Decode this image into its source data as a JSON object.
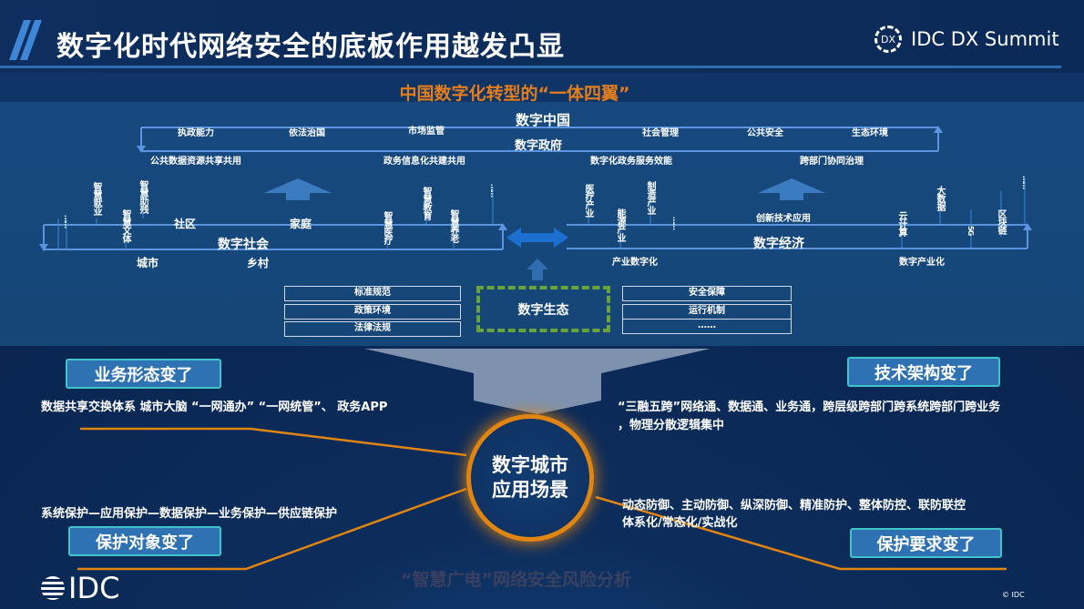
{
  "header": {
    "title": "数字化时代网络安全的底板作用越发凸显",
    "brand": "IDC DX Summit",
    "brand_icon": "dx-logo-icon",
    "brand_icon_text": "DX"
  },
  "subtitle": "中国数字化转型的“一体四翼”",
  "digital_china": "数字中国",
  "government": {
    "label": "数字政府",
    "top": [
      "执政能力",
      "依法治国",
      "市场监管",
      "社会管理",
      "公共安全",
      "生态环境"
    ],
    "bottom": [
      "公共数据资源共享共用",
      "政务信息化共建共用",
      "数字化政务服务效能",
      "跨部门协同治理"
    ]
  },
  "society": {
    "label": "数字社会",
    "top": [
      "社区",
      "家庭"
    ],
    "bottom": [
      "城市",
      "乡村"
    ],
    "verticals": [
      "智慧就业",
      "智慧文体",
      "智慧助残",
      "智慧医疗",
      "智慧教育",
      "智慧养老"
    ],
    "more": "……"
  },
  "economy": {
    "label": "数字经济",
    "top": "创新技术应用",
    "bottom": [
      "产业数字化",
      "数字产业化"
    ],
    "verticals": [
      "医疗产业",
      "能源产业",
      "制造产业",
      "云计算",
      "大数据",
      "5G",
      "区块链"
    ],
    "more": "……"
  },
  "ecosystem": {
    "label": "数字生态",
    "left": [
      "标准规范",
      "政策环境",
      "法律法规"
    ],
    "right": [
      "安全保障",
      "运行机制",
      "……"
    ]
  },
  "center": {
    "line1": "数字城市",
    "line2": "应用场景"
  },
  "business": {
    "tag": "业务形态变了",
    "text": "数据共享交换体系  城市大脑  “一网通办”  “一网统管”、 政务APP"
  },
  "tech": {
    "tag": "技术架构变了",
    "line1": "“三融五跨”网络通、数据通、业务通，跨层级跨部门跨系统跨部门跨业务",
    "line2": "，物理分散逻辑集中"
  },
  "object": {
    "tag": "保护对象变了",
    "text": "系统保护—应用保护—数据保护—业务保护—供应链保护"
  },
  "requirement": {
    "tag": "保护要求变了",
    "line1": "动态防御、主动防御、纵深防御、精准防护、整体防控、联防联控",
    "line2": "体系化/常态化/实战化"
  },
  "ghost_title": "“智慧广电”网络安全风险分析",
  "footer": {
    "logo": "IDC",
    "copyright": "© IDC"
  },
  "colors": {
    "accent": "#e37d1d",
    "tag_bg": "#2f72b4",
    "tag_border": "#3fc4c9",
    "eco_border": "#6aa33a"
  }
}
